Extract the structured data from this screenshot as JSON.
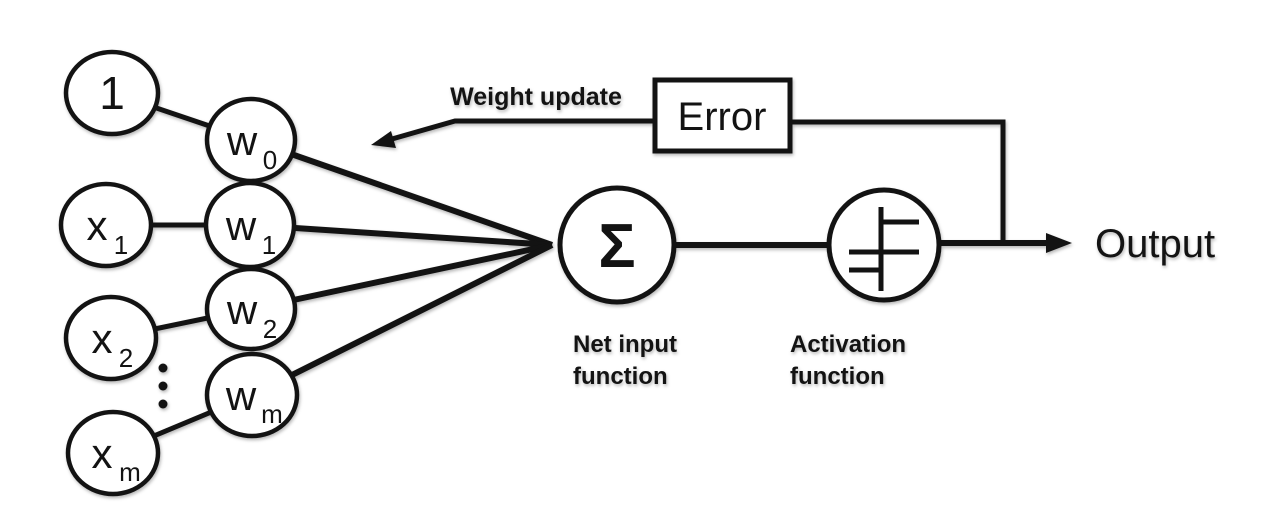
{
  "colors": {
    "ink": "#131313",
    "background": "#ffffff"
  },
  "diagram": {
    "bias_node": {
      "label": "1"
    },
    "input_nodes": [
      {
        "base": "x",
        "sub": "1"
      },
      {
        "base": "x",
        "sub": "2"
      },
      {
        "base": "x",
        "sub": "m"
      }
    ],
    "weight_nodes": [
      {
        "base": "w",
        "sub": "0"
      },
      {
        "base": "w",
        "sub": "1"
      },
      {
        "base": "w",
        "sub": "2"
      },
      {
        "base": "w",
        "sub": "m"
      }
    ],
    "sum_node": {
      "symbol": "Σ",
      "caption_line1": "Net input",
      "caption_line2": "function"
    },
    "activation_node": {
      "caption_line1": "Activation",
      "caption_line2": "function"
    },
    "error_box": {
      "label": "Error"
    },
    "feedback": {
      "label": "Weight update"
    },
    "output": {
      "label": "Output"
    }
  }
}
